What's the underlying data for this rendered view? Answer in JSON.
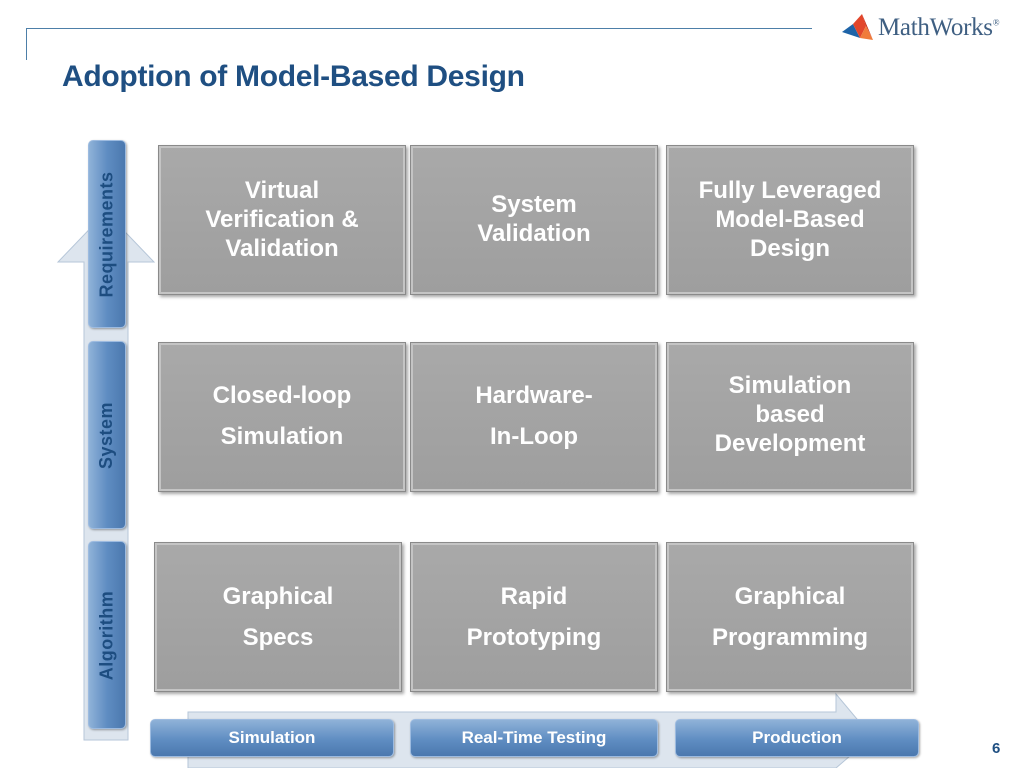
{
  "slide": {
    "title": "Adoption of Model-Based Design",
    "page_number": "6"
  },
  "logo": {
    "text": "MathWorks",
    "registered": "®",
    "icon": "membrane-logo-icon",
    "colors": [
      "#e2462b",
      "#c42a17",
      "#1e64a8"
    ]
  },
  "axes": {
    "vertical": [
      "Requirements",
      "System",
      "Algorithm"
    ],
    "horizontal": [
      "Simulation",
      "Real-Time Testing",
      "Production"
    ]
  },
  "matrix": {
    "rows": [
      {
        "cells": [
          {
            "lines": [
              "Virtual",
              "Verification &",
              "Validation"
            ]
          },
          {
            "lines": [
              "System",
              "Validation"
            ]
          },
          {
            "lines": [
              "Fully Leveraged",
              "Model-Based",
              "Design"
            ]
          }
        ]
      },
      {
        "cells": [
          {
            "lines": [
              "Closed-loop",
              "Simulation"
            ]
          },
          {
            "lines": [
              "Hardware-",
              "In-Loop"
            ]
          },
          {
            "lines": [
              "Simulation",
              "based",
              "Development"
            ]
          }
        ]
      },
      {
        "cells": [
          {
            "lines": [
              "Graphical",
              "Specs"
            ]
          },
          {
            "lines": [
              "Rapid",
              "Prototyping"
            ]
          },
          {
            "lines": [
              "Graphical",
              "Programming"
            ]
          }
        ]
      }
    ]
  },
  "colors": {
    "title": "#1f4f82",
    "pill": "#5f8dc2",
    "cell": "#a5a5a5",
    "arrow": "#dde5ee"
  }
}
